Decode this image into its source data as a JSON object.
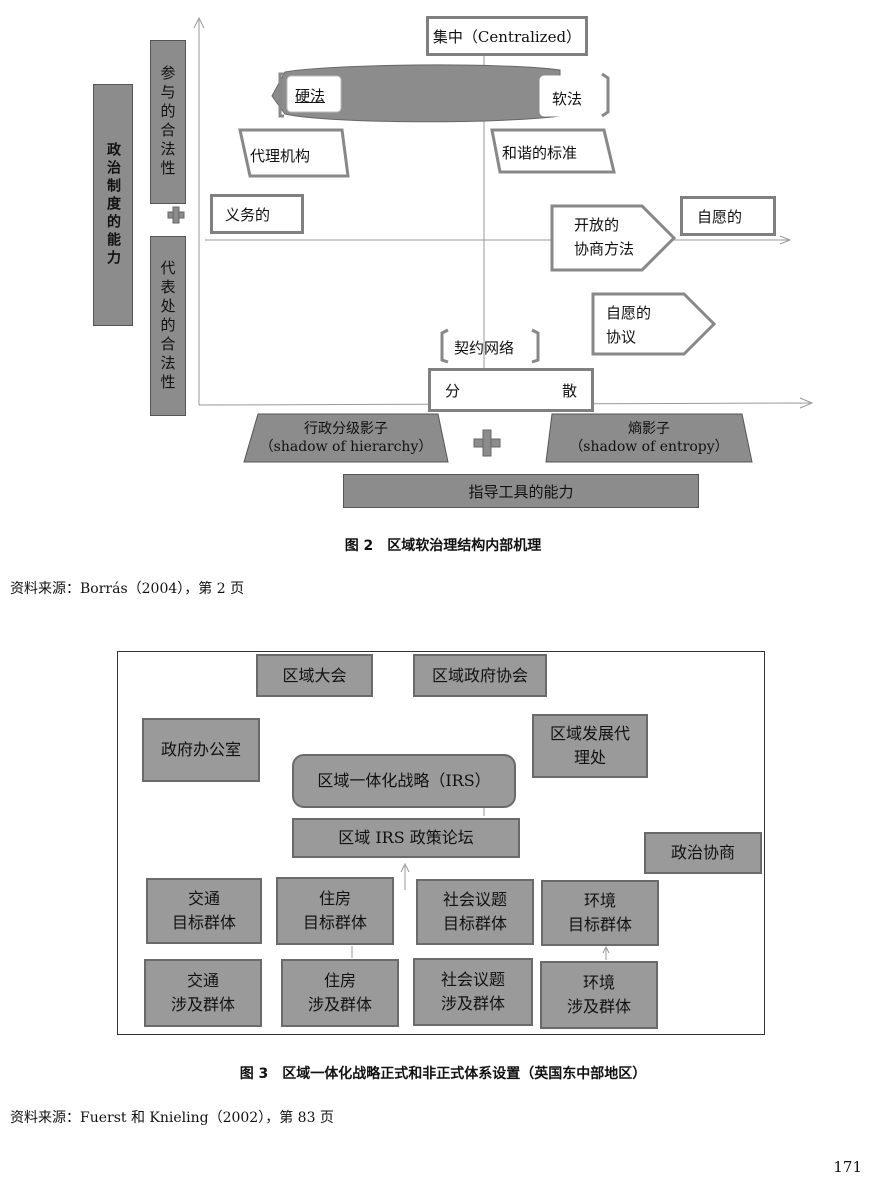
{
  "figure2": {
    "left_outer_label": "政治制度的能力",
    "left_top_label": "参与的合法性",
    "left_bottom_label": "代表处的合法性",
    "centralized": "集中（Centralized）",
    "hard_law": "硬法",
    "soft_law": "软法",
    "agency": "代理机构",
    "harmony_standard": "和谐的标准",
    "obligatory": "义务的",
    "open_method": "开放的\n协商方法",
    "voluntary": "自愿的",
    "voluntary_agreement": "自愿的\n协议",
    "contract_network": "契约网络",
    "decentral_left": "分",
    "decentral_right": "散",
    "shadow_hierarchy_cn": "行政分级影子",
    "shadow_hierarchy_en": "（shadow of hierarchy）",
    "shadow_entropy_cn": "熵影子",
    "shadow_entropy_en": "（shadow of entropy）",
    "guiding_tools": "指导工具的能力",
    "caption": "图 2　区域软治理结构内部机理",
    "source": "资料来源：Borrás（2004），第 2 页"
  },
  "figure3": {
    "regional_assembly": "区域大会",
    "regional_gov_association": "区域政府协会",
    "gov_office": "政府办公室",
    "regional_dev_agency": "区域发展代\n理处",
    "irs": "区域一体化战略（IRS）",
    "irs_forum": "区域 IRS 政策论坛",
    "political_consultation": "政治协商",
    "target_groups": [
      "交通\n目标群体",
      "住房\n目标群体",
      "社会议题\n目标群体",
      "环境\n目标群体"
    ],
    "involved_groups": [
      "交通\n涉及群体",
      "住房\n涉及群体",
      "社会议题\n涉及群体",
      "环境\n涉及群体"
    ],
    "caption": "图 3　区域一体化战略正式和非正式体系设置（英国东中部地区）",
    "source": "资料来源：Fuerst 和 Knieling（2002），第 83 页"
  },
  "page_number": "171"
}
